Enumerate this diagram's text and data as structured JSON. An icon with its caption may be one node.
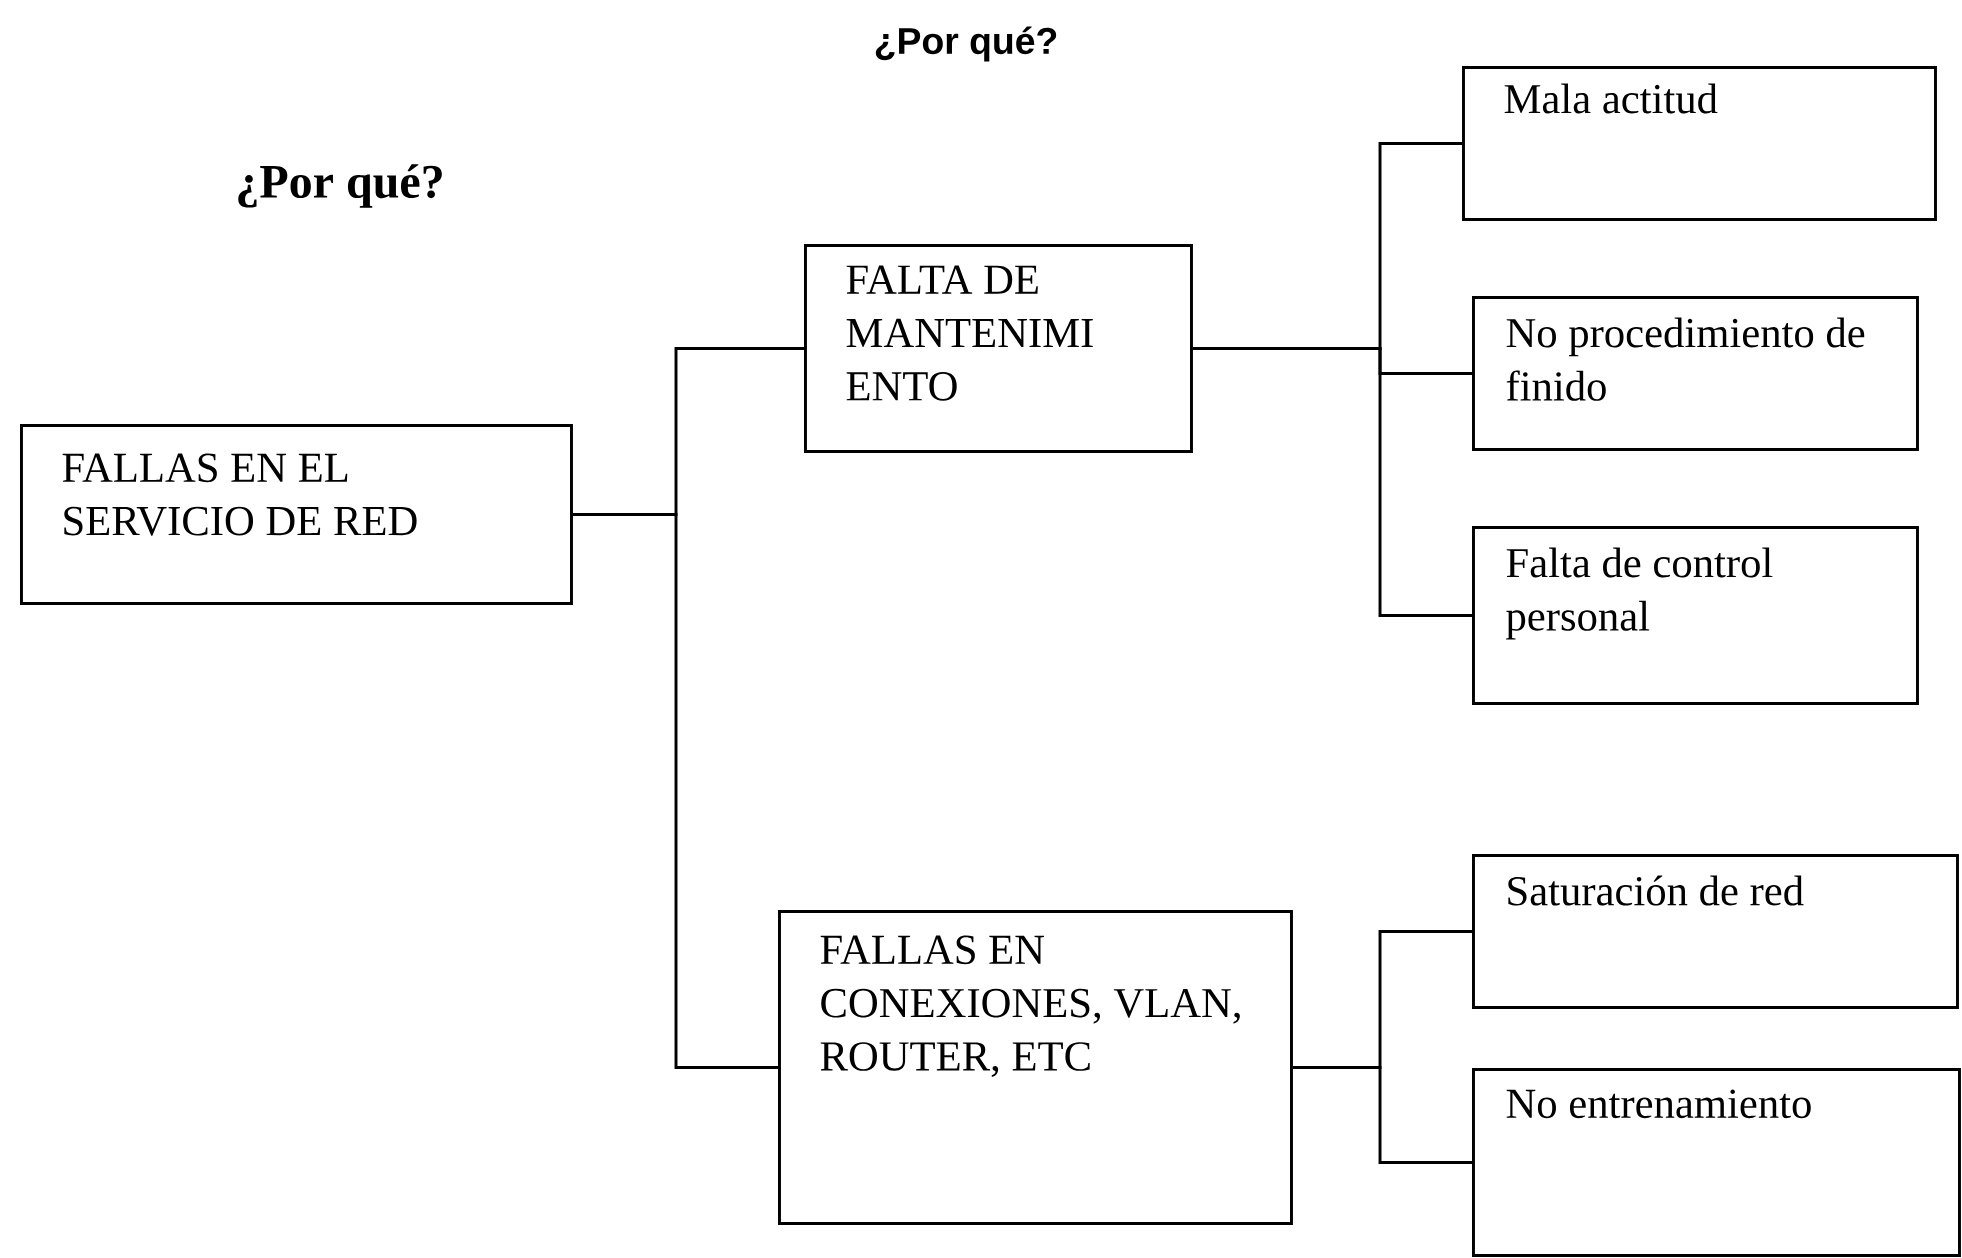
{
  "diagram": {
    "nodes": [
      {
        "text": [
          "FALLAS EN EL SERVICIO DE RED"
        ]
      },
      {
        "text": [
          "FALTA DE MANTENIMI ENTO"
        ]
      },
      {
        "text": [
          "Mala actitud"
        ]
      },
      {
        "text": [
          "No procedimiento de finido"
        ]
      },
      {
        "text": [
          "Falta de control personal"
        ]
      },
      {
        "text": [
          "FALLAS EN CONEXIONES, VLAN, ROUTER, ETC"
        ]
      },
      {
        "text": [
          "Saturación de red"
        ]
      },
      {
        "text": [
          "No entrenamiento"
        ]
      }
    ],
    "edges": [
      {
        "from": 0,
        "to": 1,
        "arrow": "none"
      },
      {
        "from": 0,
        "to": 5,
        "arrow": "none"
      },
      {
        "from": 1,
        "to": 2,
        "arrow": "none"
      },
      {
        "from": 1,
        "to": 3,
        "arrow": "none"
      },
      {
        "from": 1,
        "to": 4,
        "arrow": "none"
      },
      {
        "from": 5,
        "to": 6,
        "arrow": "none"
      },
      {
        "from": 5,
        "to": 7,
        "arrow": "none"
      }
    ],
    "labels": [
      "¿Por qué?",
      "¿Por qué?"
    ]
  }
}
